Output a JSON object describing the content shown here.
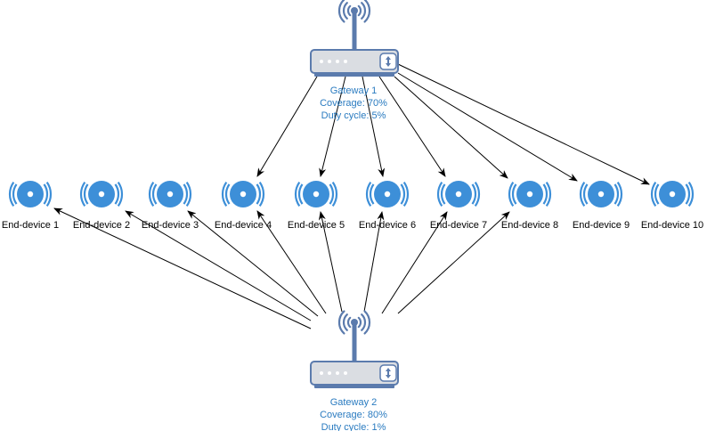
{
  "colors": {
    "gateway_text": "#2A7BC0",
    "device_blue": "#3D8FD8",
    "router_body": "#DADDE2",
    "router_outline": "#5B7BAD",
    "antenna": "#5B7BAD",
    "arrow": "#000000"
  },
  "icons": {
    "gateway": "router-with-antenna-icon",
    "device": "wireless-signal-icon"
  },
  "gateways": [
    {
      "id": "gw1",
      "lines": [
        "Gateway 1",
        "Coverage: 70%",
        "Duty cycle: 5%"
      ]
    },
    {
      "id": "gw2",
      "lines": [
        "Gateway 2",
        "Coverage: 80%",
        "Duty cycle: 1%"
      ]
    }
  ],
  "devices": [
    {
      "label": "End-device 1"
    },
    {
      "label": "End-device 2"
    },
    {
      "label": "End-device 3"
    },
    {
      "label": "End-device 4"
    },
    {
      "label": "End-device 5"
    },
    {
      "label": "End-device 6"
    },
    {
      "label": "End-device 7"
    },
    {
      "label": "End-device 8"
    },
    {
      "label": "End-device 9"
    },
    {
      "label": "End-device 10"
    }
  ],
  "links": [
    {
      "from": "gw1",
      "to": 4
    },
    {
      "from": "gw1",
      "to": 5
    },
    {
      "from": "gw1",
      "to": 6
    },
    {
      "from": "gw1",
      "to": 7
    },
    {
      "from": "gw1",
      "to": 8
    },
    {
      "from": "gw1",
      "to": 9
    },
    {
      "from": "gw1",
      "to": 10
    },
    {
      "from": "gw2",
      "to": 1
    },
    {
      "from": "gw2",
      "to": 2
    },
    {
      "from": "gw2",
      "to": 3
    },
    {
      "from": "gw2",
      "to": 4
    },
    {
      "from": "gw2",
      "to": 5
    },
    {
      "from": "gw2",
      "to": 6
    },
    {
      "from": "gw2",
      "to": 7
    },
    {
      "from": "gw2",
      "to": 8
    }
  ]
}
